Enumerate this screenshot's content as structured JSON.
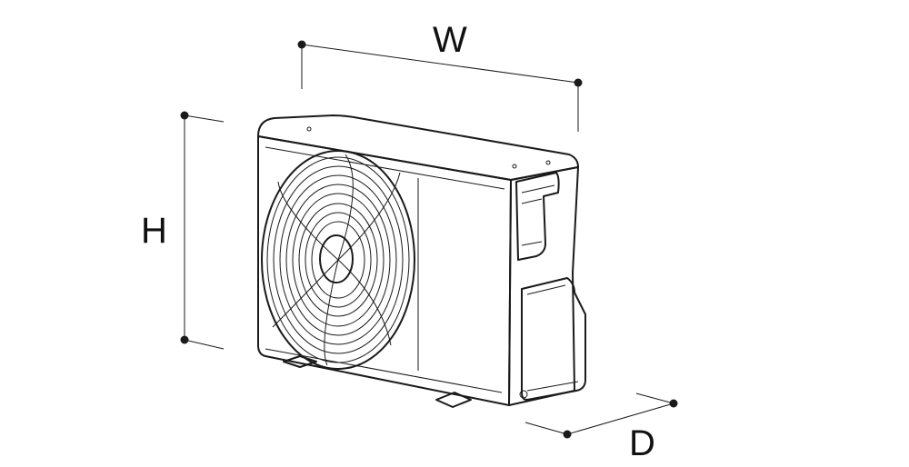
{
  "dimensions": {
    "width_label": "W",
    "height_label": "H",
    "depth_label": "D"
  },
  "colors": {
    "line": "#1a1a1a",
    "background": "#ffffff"
  }
}
